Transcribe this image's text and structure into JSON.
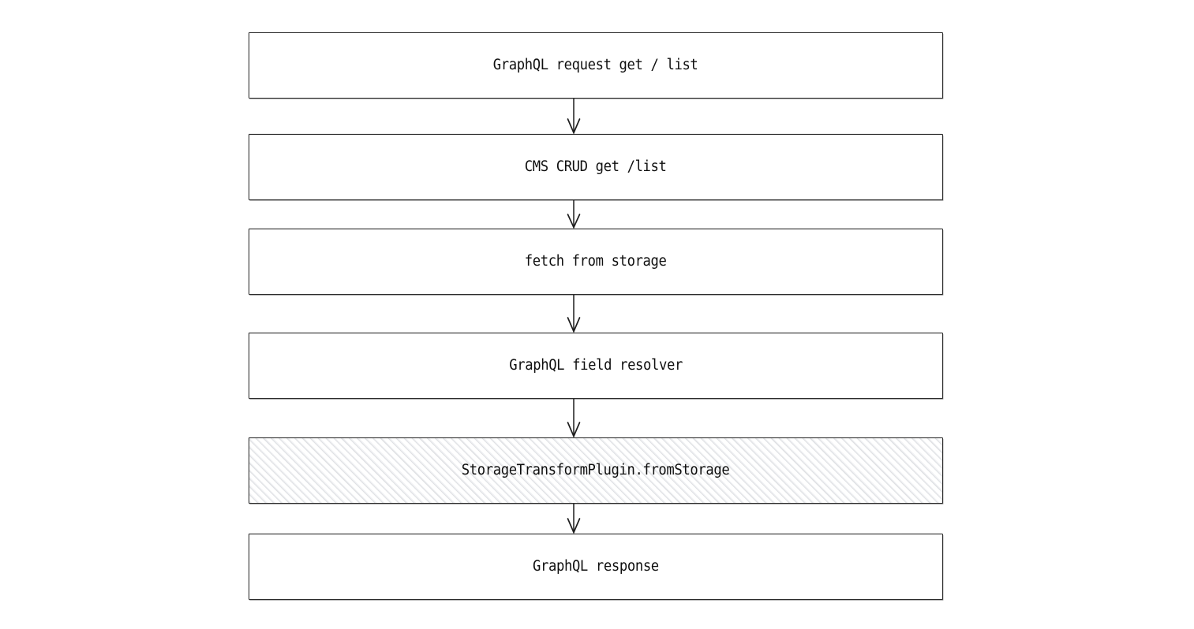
{
  "diagram": {
    "type": "flowchart",
    "direction": "top-to-bottom",
    "background_color": "#ffffff",
    "node_border_color": "#2b2b2b",
    "node_fill_color": "#ffffff",
    "highlight_hatch_color": "#e4e6ea",
    "text_color": "#0f0f0f",
    "arrow_color": "#1d1d1d",
    "nodes": [
      {
        "id": "n1",
        "label": "GraphQL request get / list",
        "style": "plain"
      },
      {
        "id": "n2",
        "label": "CMS CRUD get /list",
        "style": "plain"
      },
      {
        "id": "n3",
        "label": "fetch from storage",
        "style": "plain"
      },
      {
        "id": "n4",
        "label": "GraphQL field resolver",
        "style": "plain"
      },
      {
        "id": "n5",
        "label": "StorageTransformPlugin.fromStorage",
        "style": "hatched"
      },
      {
        "id": "n6",
        "label": "GraphQL response",
        "style": "plain"
      }
    ],
    "edges": [
      {
        "from": "n1",
        "to": "n2",
        "arrow": "open-v",
        "label": ""
      },
      {
        "from": "n2",
        "to": "n3",
        "arrow": "open-v",
        "label": ""
      },
      {
        "from": "n3",
        "to": "n4",
        "arrow": "open-v",
        "label": ""
      },
      {
        "from": "n4",
        "to": "n5",
        "arrow": "open-v",
        "label": ""
      },
      {
        "from": "n5",
        "to": "n6",
        "arrow": "open-v",
        "label": ""
      }
    ]
  }
}
